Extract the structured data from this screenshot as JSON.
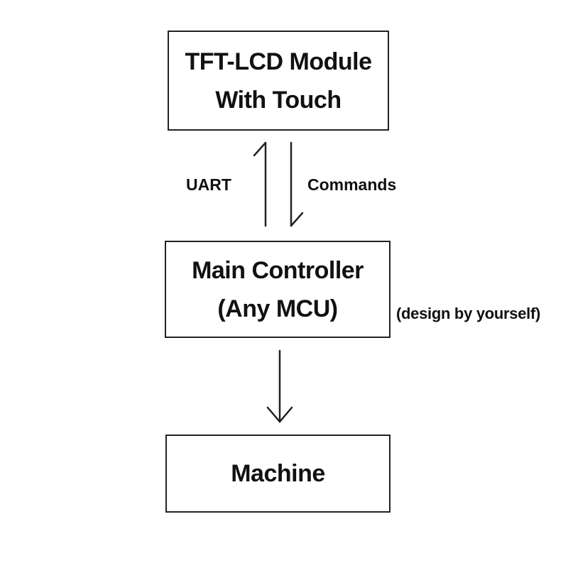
{
  "nodes": {
    "tft_module": {
      "lines": [
        "TFT-LCD Module",
        "With Touch"
      ]
    },
    "main_controller": {
      "lines": [
        "Main Controller",
        "(Any MCU)"
      ]
    },
    "machine": {
      "lines": [
        "Machine"
      ]
    }
  },
  "edges": {
    "up_label": "UART",
    "down_label": "Commands"
  },
  "annotations": {
    "controller_note": "(design by yourself)"
  },
  "colors": {
    "line": "#222222",
    "text": "#111111",
    "background": "#ffffff"
  }
}
